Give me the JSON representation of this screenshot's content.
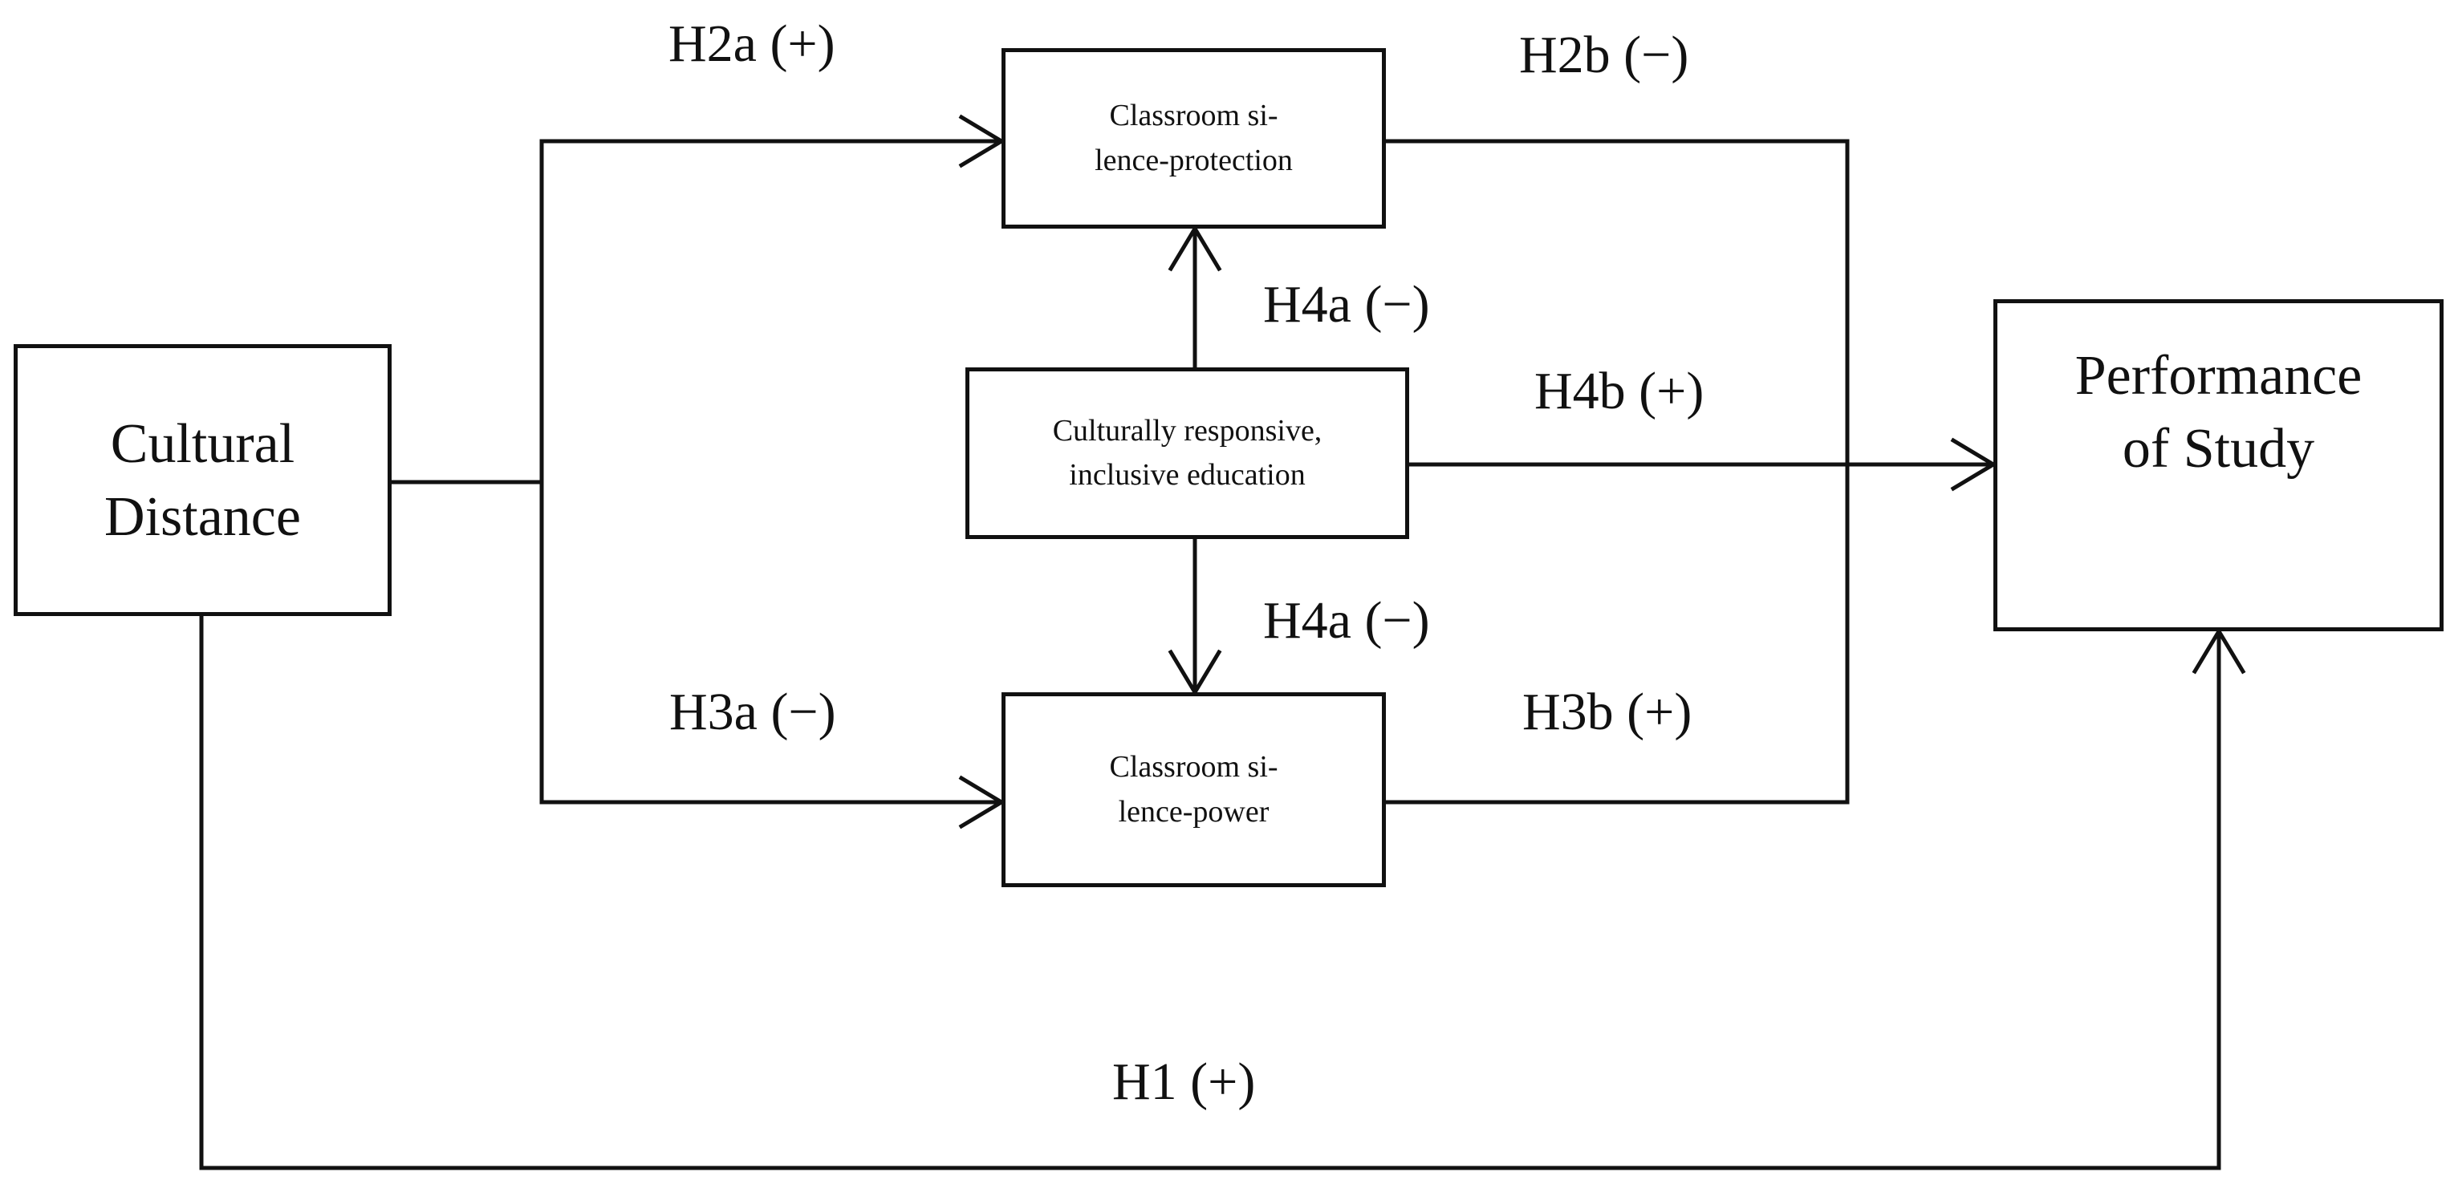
{
  "nodes": {
    "cultural_distance": "Cultural\nDistance",
    "silence_protection": "Classroom si-\nlence-protection",
    "inclusive_education": "Culturally responsive,\ninclusive education",
    "silence_power": "Classroom si-\nlence-power",
    "performance": "Performance\nof Study"
  },
  "hypotheses": {
    "h2a": "H2a (+)",
    "h2b": "H2b (−)",
    "h4a_top": "H4a (−)",
    "h4b": "H4b (+)",
    "h4a_bottom": "H4a (−)",
    "h3a": "H3a (−)",
    "h3b": "H3b (+)",
    "h1": "H1 (+)"
  }
}
